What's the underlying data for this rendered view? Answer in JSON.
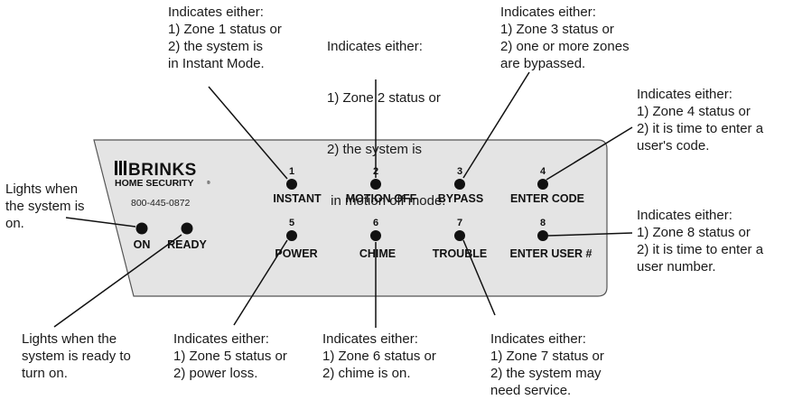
{
  "panel": {
    "brand_name": "BRINKS",
    "brand_sub": "HOME SECURITY",
    "phone": "800-445-0872",
    "fill_color": "#e4e4e4",
    "stroke_color": "#555555"
  },
  "status_lights": {
    "on": "ON",
    "ready": "READY"
  },
  "zones": [
    {
      "num": "1",
      "label": "INSTANT"
    },
    {
      "num": "2",
      "label": "MOTION OFF"
    },
    {
      "num": "3",
      "label": "BYPASS"
    },
    {
      "num": "4",
      "label": "ENTER CODE"
    },
    {
      "num": "5",
      "label": "POWER"
    },
    {
      "num": "6",
      "label": "CHIME"
    },
    {
      "num": "7",
      "label": "TROUBLE"
    },
    {
      "num": "8",
      "label": "ENTER USER #"
    }
  ],
  "callouts": {
    "on": [
      "Lights when",
      "the system is",
      "on."
    ],
    "ready": [
      "Lights when the",
      "system is ready to",
      "turn on."
    ],
    "z1": [
      "Indicates either:",
      "1) Zone 1 status or",
      "2) the system is",
      "in Instant Mode."
    ],
    "z2": [
      "Indicates either:",
      "1) Zone 2 status or",
      "2) the system is",
      " in motion off mode."
    ],
    "z3": [
      "Indicates either:",
      "1) Zone 3 status or",
      "2) one or more zones",
      "are bypassed."
    ],
    "z4": [
      "Indicates either:",
      "1) Zone 4 status or",
      "2) it is time to enter a",
      "user's code."
    ],
    "z5": [
      "Indicates either:",
      "1) Zone 5 status or",
      "2) power loss."
    ],
    "z6": [
      "Indicates either:",
      "1) Zone 6 status or",
      "2) chime is on."
    ],
    "z7": [
      "Indicates either:",
      "1) Zone 7 status or",
      "2) the system may",
      "need service."
    ],
    "z8": [
      "Indicates either:",
      "1) Zone 8 status or",
      "2) it is time to enter a",
      "user number."
    ]
  }
}
